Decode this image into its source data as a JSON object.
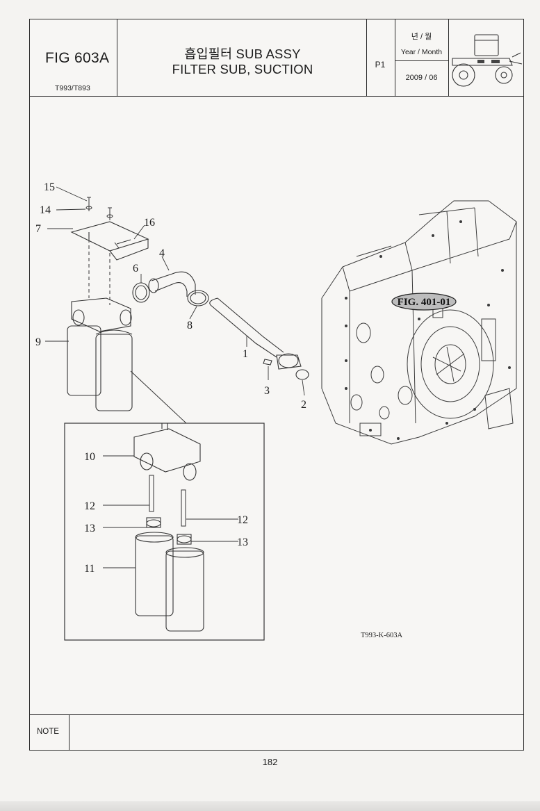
{
  "header": {
    "fig_no": "FIG 603A",
    "models": "T993/T893",
    "title_ko": "흡입필터 SUB ASSY",
    "title_en": "FILTER SUB, SUCTION",
    "page": "P1",
    "year_month_ko": "년 / 월",
    "year_month_en": "Year / Month",
    "year_month_value": "2009 / 06"
  },
  "drawing": {
    "callouts": [
      "1",
      "2",
      "3",
      "4",
      "6",
      "7",
      "8",
      "9",
      "10",
      "11",
      "12",
      "12",
      "13",
      "13",
      "14",
      "15",
      "16"
    ],
    "reference_label": "FIG. 401-01",
    "drawing_code": "T993-K-603A"
  },
  "note": {
    "label": "NOTE",
    "text": ""
  },
  "page_number": "182"
}
